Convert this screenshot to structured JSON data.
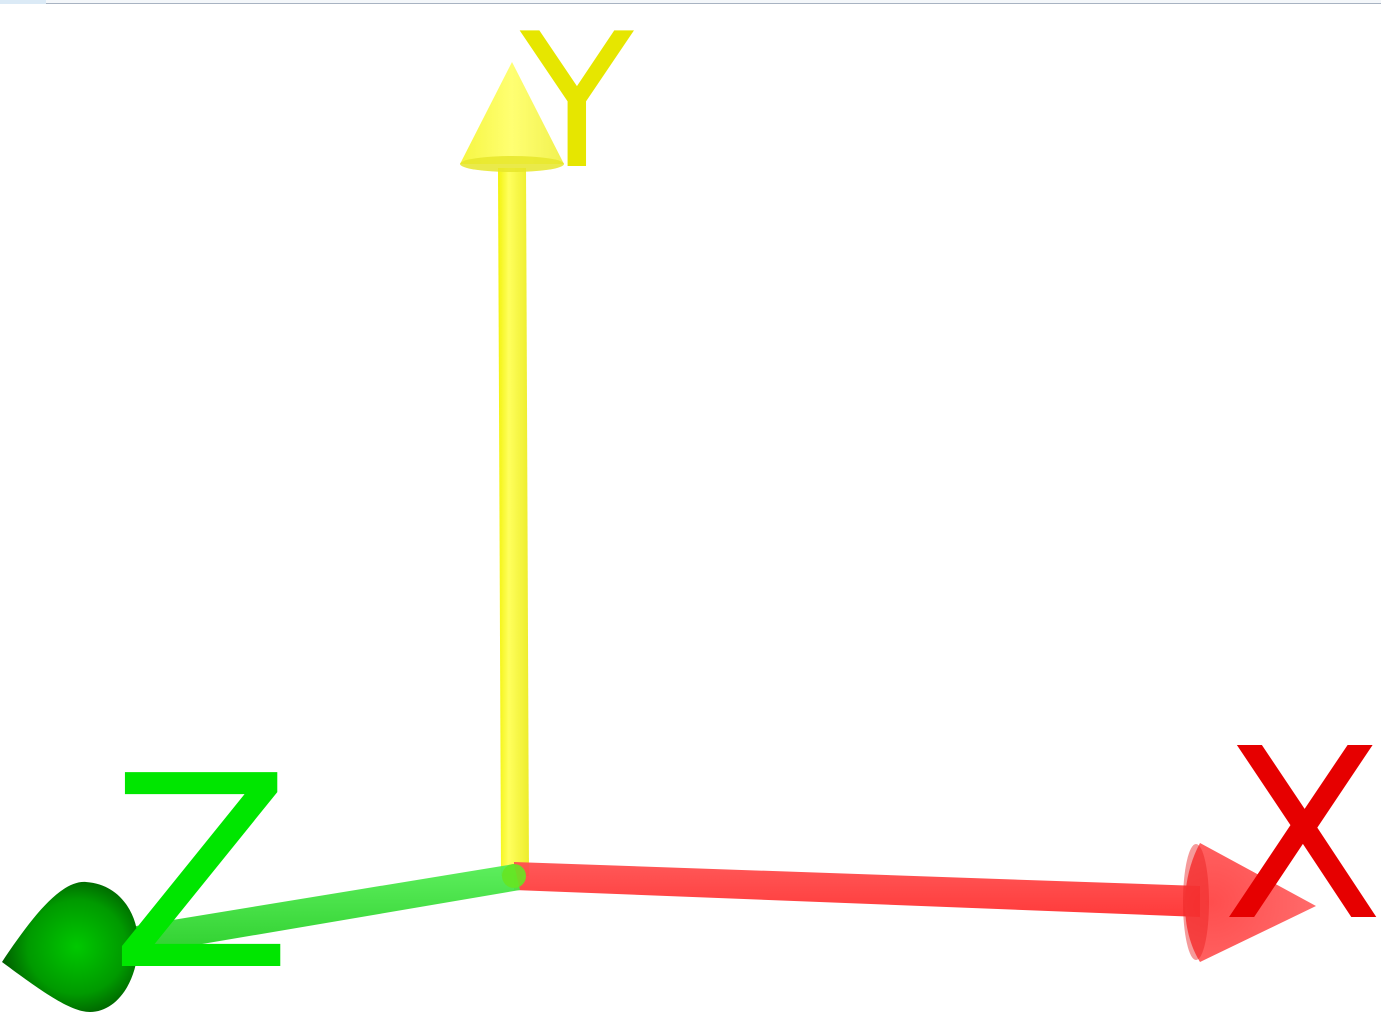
{
  "axes": {
    "x": {
      "label": "X",
      "color": "#ff3b3b",
      "label_color": "#e60000"
    },
    "y": {
      "label": "Y",
      "color": "#ffff33",
      "label_color": "#e6e600"
    },
    "z": {
      "label": "Z",
      "color": "#33dd33",
      "label_color": "#00e600"
    }
  }
}
